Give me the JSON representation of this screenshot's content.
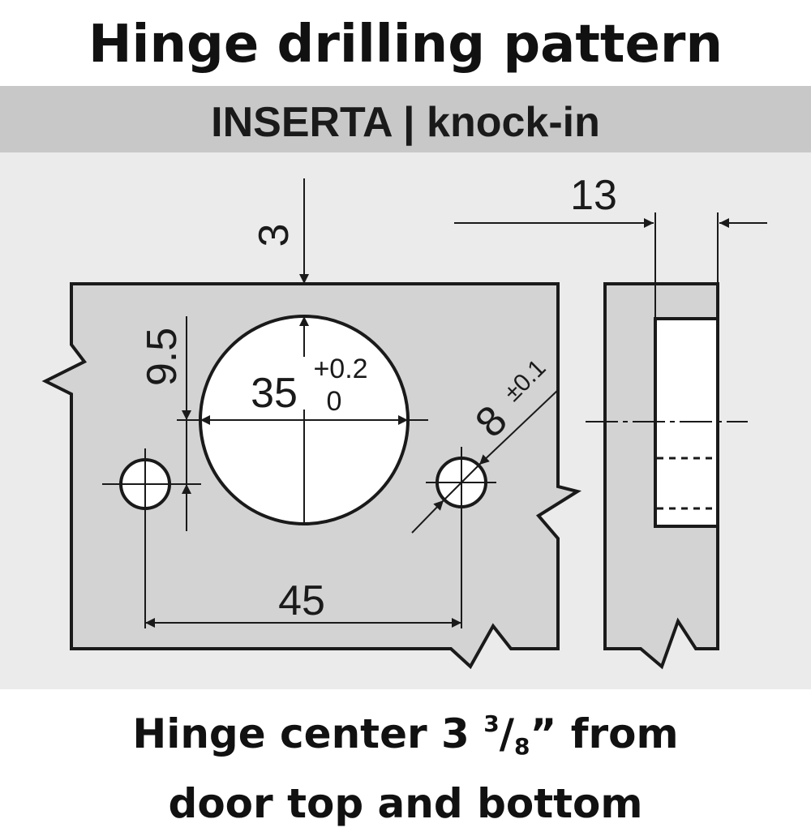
{
  "title": "Hinge drilling pattern",
  "banner": "INSERTA | knock-in",
  "dimensions": {
    "top_offset": "3",
    "cup_diameter": "35",
    "cup_tolerance_upper": "+0.2",
    "cup_tolerance_lower": "0",
    "hole_offset": "9.5",
    "dowel_diameter": "8",
    "dowel_tolerance": "±0.1",
    "hole_spacing": "45",
    "cup_depth": "13"
  },
  "footer": {
    "line1_prefix": "Hinge center 3 ",
    "line1_numerator": "3",
    "line1_slash": "/",
    "line1_denominator": "8",
    "line1_suffix": "” from",
    "line2": "door top and bottom"
  },
  "colors": {
    "banner_bg": "#c8c8c8",
    "drawing_bg": "#ebebeb",
    "part_fill": "#d3d3d3",
    "line": "#1a1a1a",
    "hole_fill": "#ffffff"
  }
}
